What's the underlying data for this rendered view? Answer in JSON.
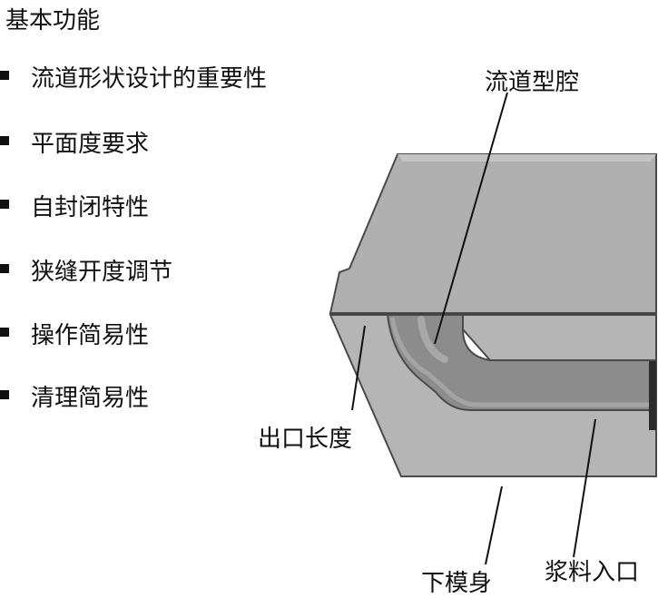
{
  "heading": "基本功能",
  "features": [
    "流道形状设计的重要性",
    "平面度要求",
    "自封闭特性",
    "狭缝开度调节",
    "操作简易性",
    "清理简易性"
  ],
  "callouts": {
    "runner_cavity": "流道型腔",
    "outlet_length": "出口长度",
    "lower_die_body": "下模身",
    "slurry_inlet": "浆料入口"
  }
}
